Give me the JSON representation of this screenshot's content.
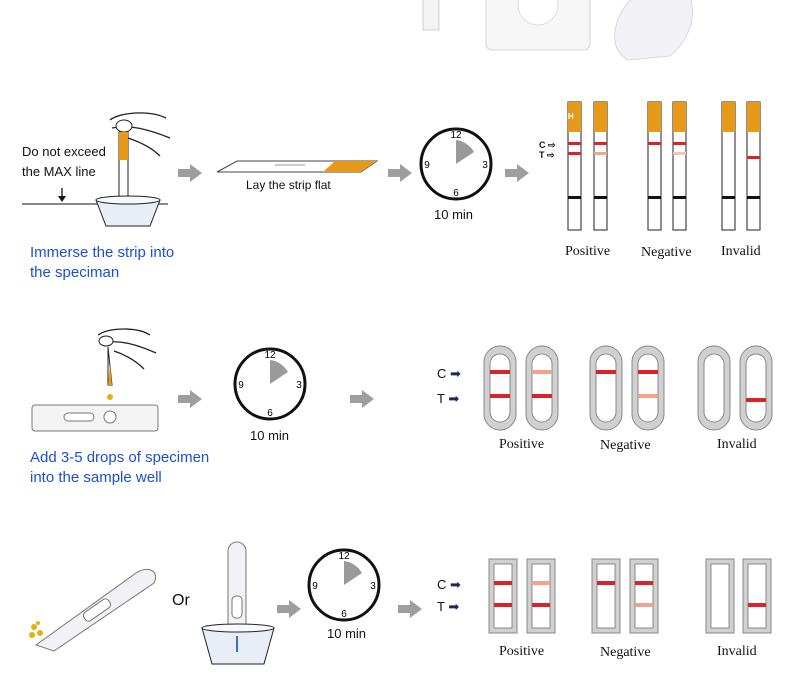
{
  "colors": {
    "accent_blue": "#1c4fd6",
    "strip_orange": "#e79a1a",
    "line_red": "#d9222a",
    "line_faint": "#f0a58a",
    "arrow_gray": "#9e9e9e"
  },
  "strip_method": {
    "note_line1": "Do not exceed",
    "note_line2": "the MAX line",
    "lay_flat": "Lay the strip flat",
    "time": "10 min",
    "instruction_line1": "Immerse the strip into",
    "instruction_line2": "the speciman",
    "strip_text": "LH",
    "marker_c": "C",
    "marker_t": "T",
    "results": {
      "positive": "Positive",
      "negative": "Negative",
      "invalid": "Invalid"
    }
  },
  "cassette_method": {
    "instruction_line1": "Add 3-5 drops of specimen",
    "instruction_line2": "into the sample well",
    "time": "10 min",
    "marker_c": "C",
    "marker_t": "T",
    "results": {
      "positive": "Positive",
      "negative": "Negative",
      "invalid": "Invalid"
    }
  },
  "midstream_method": {
    "or": "Or",
    "time": "10 min",
    "marker_c": "C",
    "marker_t": "T",
    "results": {
      "positive": "Positive",
      "negative": "Negative",
      "invalid": "Invalid"
    }
  },
  "clock": {
    "n12": "12",
    "n3": "3",
    "n6": "6",
    "n9": "9"
  }
}
